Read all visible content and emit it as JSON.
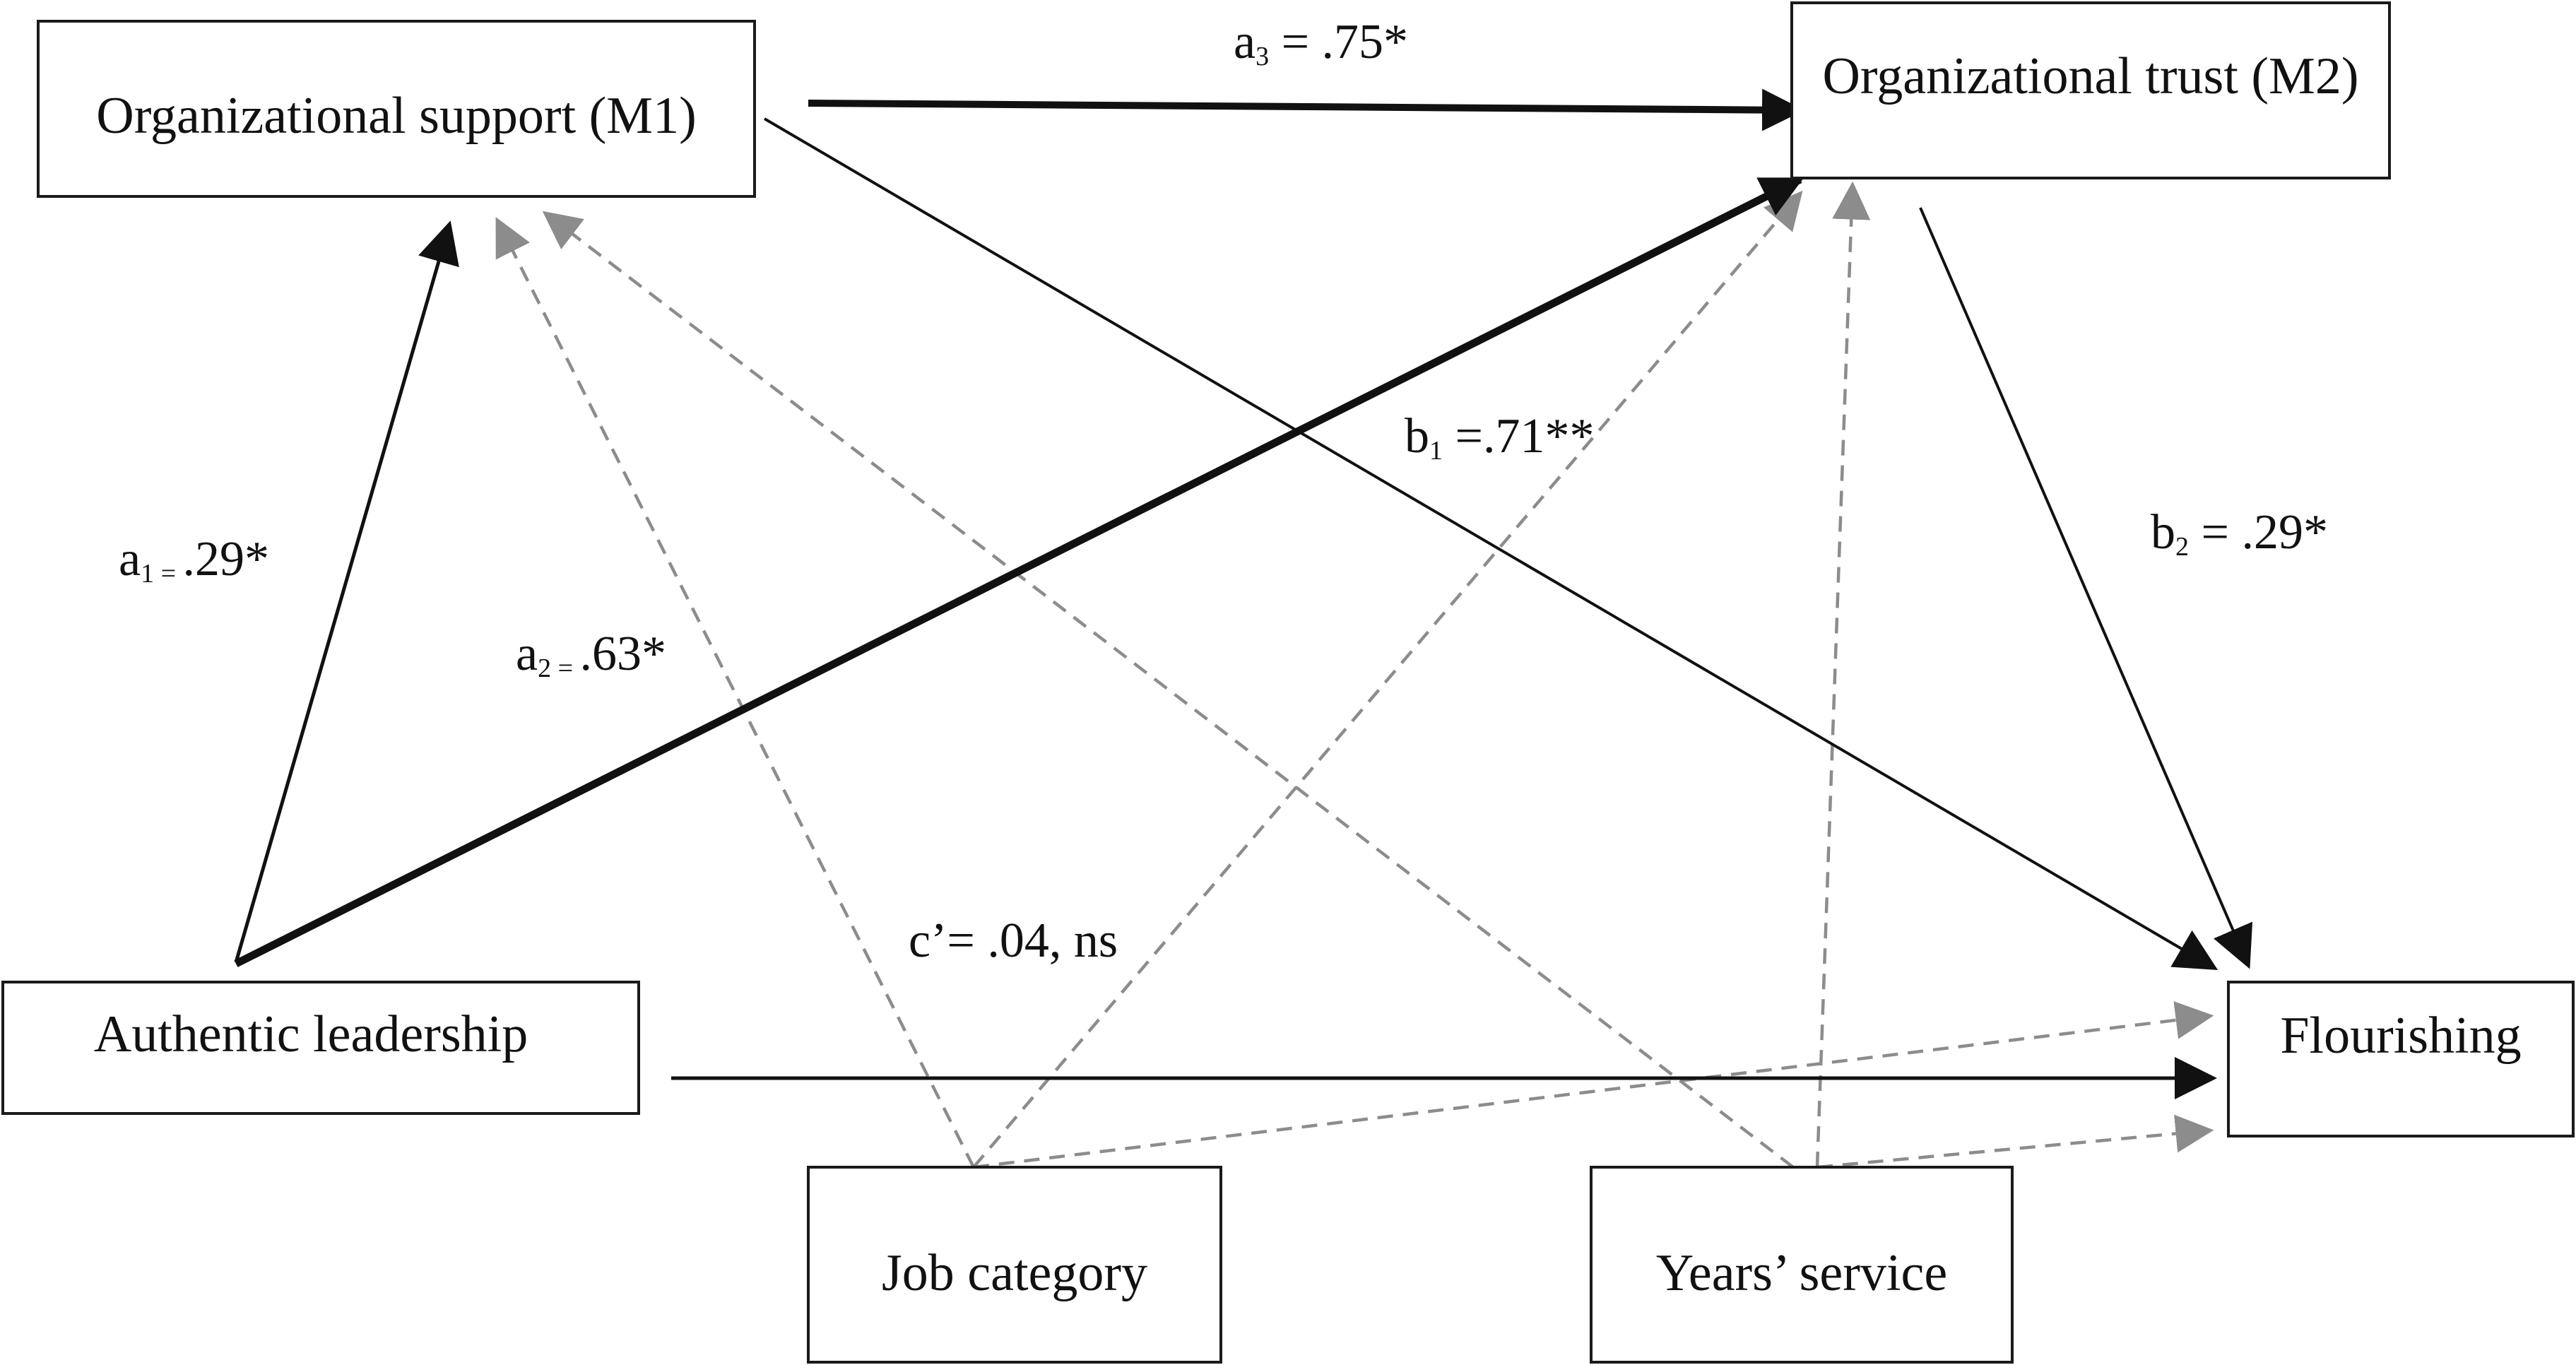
{
  "nodes": {
    "org_support": "Organizational support (M1)",
    "org_trust": "Organizational trust (M2)",
    "authentic_leadership": "Authentic leadership",
    "flourishing": "Flourishing",
    "job_category": "Job category",
    "years_service": "Years’ service"
  },
  "paths": {
    "a1": {
      "letter": "a",
      "sub": "1",
      "sep": " = ",
      "value": " .29*"
    },
    "a2": {
      "letter": "a",
      "sub": "2",
      "sep": " = ",
      "value": ".63*"
    },
    "a3": {
      "letter": "a",
      "sub": "3",
      "sep": "",
      "value": " = .75*"
    },
    "b1": {
      "letter": "b",
      "sub": "1",
      "sep": "",
      "value": " =.71**"
    },
    "b2": {
      "letter": "b",
      "sub": "2",
      "sep": "",
      "value": " = .29*"
    },
    "c_prime": "c’= .04, ns"
  },
  "colors": {
    "significant_path": "#111111",
    "control_path": "#8c8c8c"
  }
}
